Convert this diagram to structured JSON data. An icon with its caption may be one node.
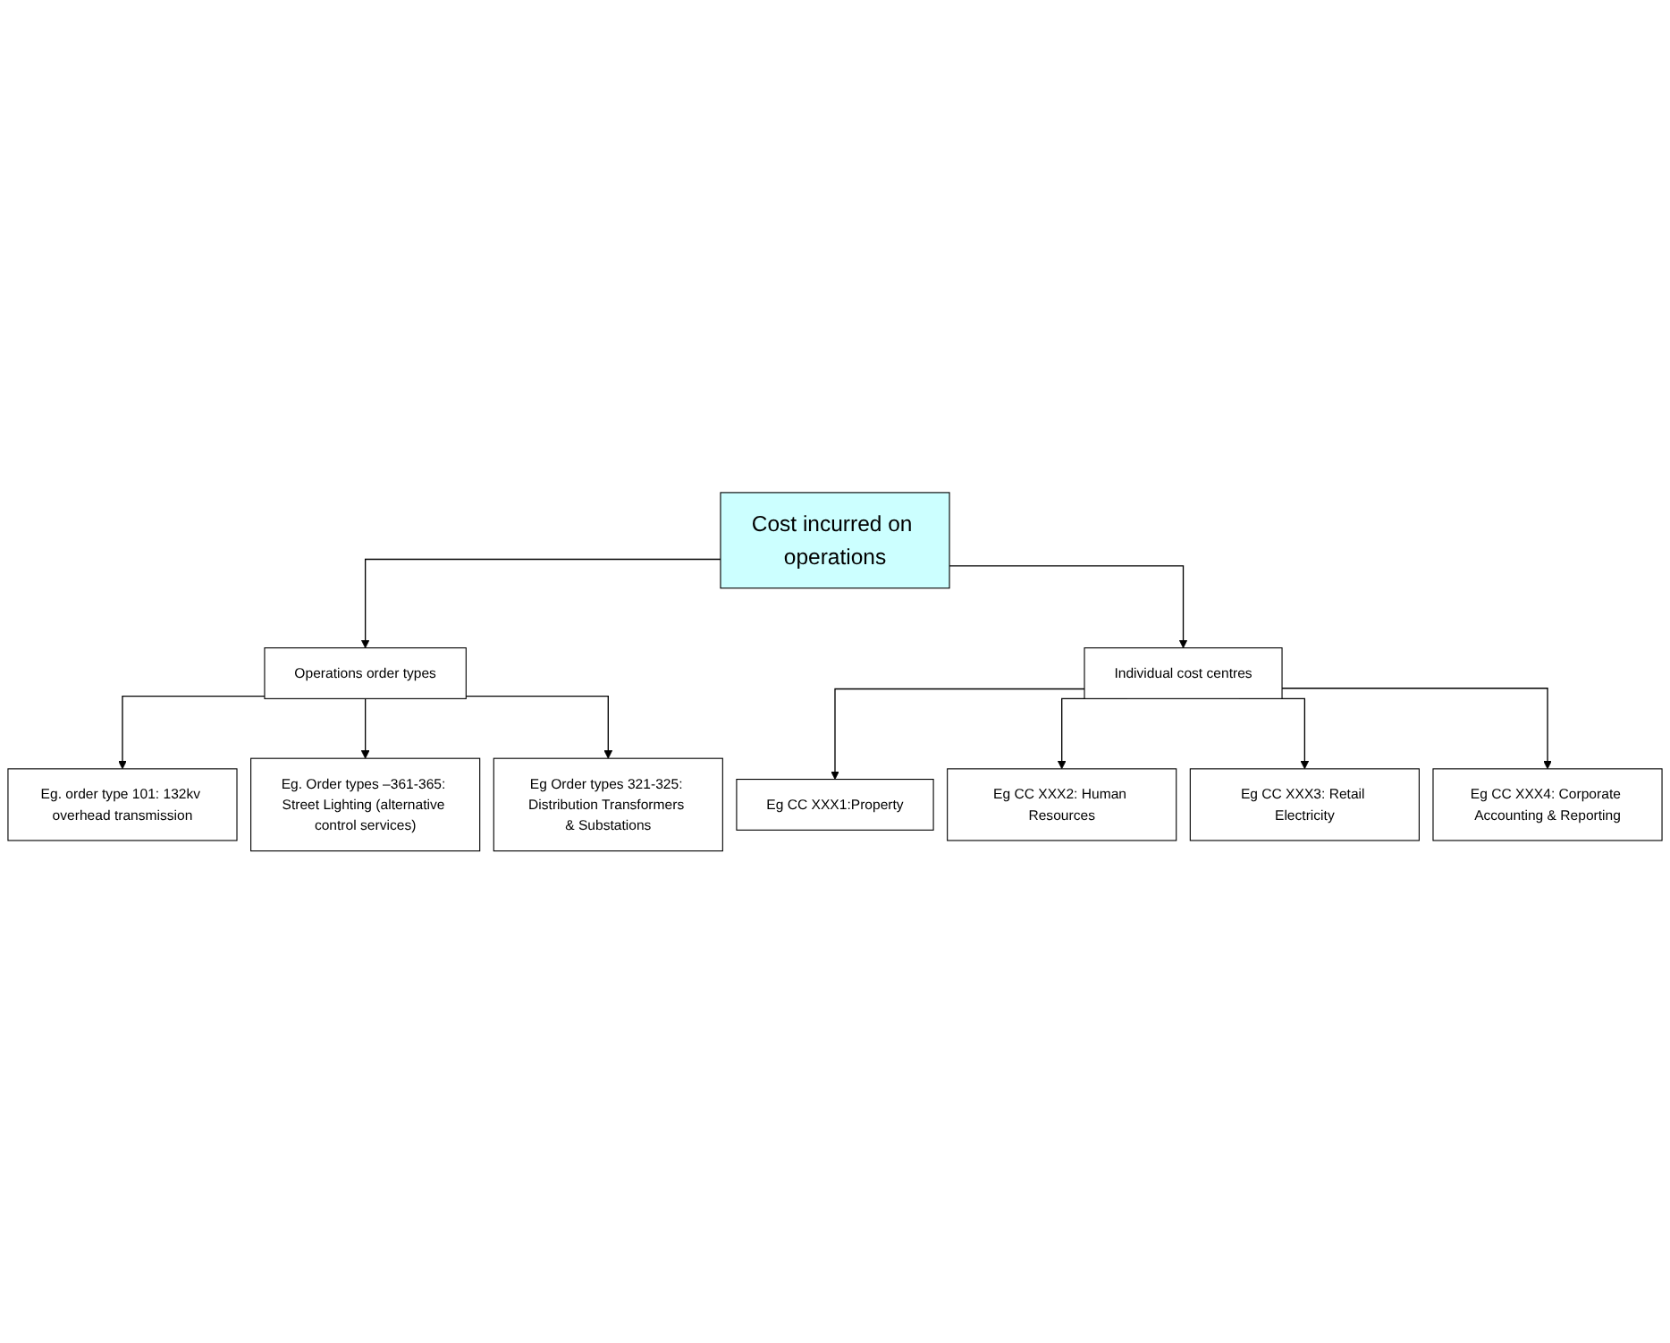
{
  "diagram": {
    "nodes": [
      {
        "text": [
          "Cost incurred on operations"
        ]
      },
      {
        "text": [
          "Operations order types"
        ]
      },
      {
        "text": [
          "Individual cost centres"
        ]
      },
      {
        "text": [
          "Eg. order type 101: 132kv overhead transmission"
        ]
      },
      {
        "text": [
          "Eg. Order types –361-365: Street Lighting (alternative control services)"
        ]
      },
      {
        "text": [
          "Eg Order types 321-325: Distribution Transformers & Substations"
        ]
      },
      {
        "text": [
          "Eg CC XXX1:Property"
        ]
      },
      {
        "text": [
          "Eg CC XXX2: Human Resources"
        ]
      },
      {
        "text": [
          "Eg CC XXX3: Retail Electricity"
        ]
      },
      {
        "text": [
          "Eg CC XXX4: Corporate Accounting & Reporting"
        ]
      }
    ],
    "edges": [
      {
        "from": 0,
        "to": 1,
        "arrow": "to"
      },
      {
        "from": 0,
        "to": 2,
        "arrow": "to"
      },
      {
        "from": 1,
        "to": 3,
        "arrow": "to"
      },
      {
        "from": 1,
        "to": 4,
        "arrow": "to"
      },
      {
        "from": 1,
        "to": 5,
        "arrow": "to"
      },
      {
        "from": 2,
        "to": 6,
        "arrow": "to"
      },
      {
        "from": 2,
        "to": 7,
        "arrow": "to"
      },
      {
        "from": 2,
        "to": 8,
        "arrow": "to"
      },
      {
        "from": 2,
        "to": 9,
        "arrow": "to"
      }
    ]
  }
}
